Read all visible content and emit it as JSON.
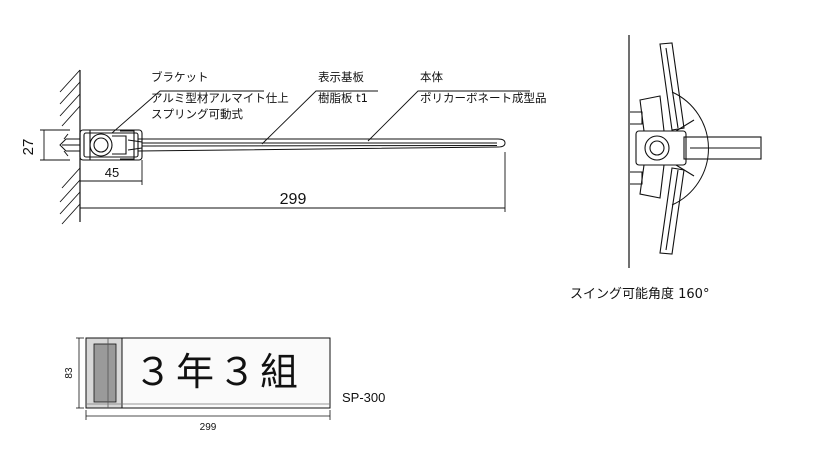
{
  "labels": {
    "bracket_title": "ブラケット",
    "bracket_material": "アルミ型材アルマイト仕上",
    "bracket_mechanism": "スプリング可動式",
    "display_base_title": "表示基板",
    "display_base_material": "樹脂板 t1",
    "body_title": "本体",
    "body_material": "ポリカーボネート成型品",
    "swing_angle": "スイング可能角度 160°",
    "sign_text": "３年３組",
    "model": "SP-300"
  },
  "dimensions": {
    "bracket_height": "27",
    "bracket_length": "45",
    "overall_length": "299",
    "front_height": "83",
    "front_width": "299"
  },
  "colors": {
    "line": "#111111",
    "panel_bg": "#fafafa",
    "frame_gray": "#9a9a9a",
    "frame_light": "#d8d8d8"
  }
}
